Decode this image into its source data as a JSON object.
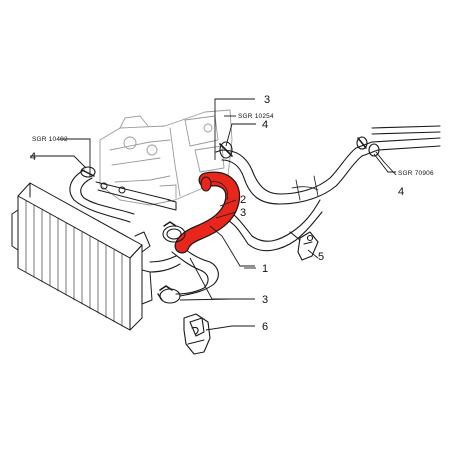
{
  "callouts": {
    "n1": "1",
    "n2": "2",
    "n3_top": "3",
    "n3_mid": "3",
    "n3_bottom": "3",
    "n4_top": "4",
    "n4_left": "4",
    "n4_right": "4",
    "n5": "5",
    "n6": "6"
  },
  "codes": {
    "sgr_10402": "SGR 10402",
    "sgr_10254": "SGR 10254",
    "sgr_70906": "SGR 70906"
  },
  "colors": {
    "highlight_hose": "#e8261c",
    "ink": "#1a1a1a",
    "ghost": "#9a9a9a"
  }
}
